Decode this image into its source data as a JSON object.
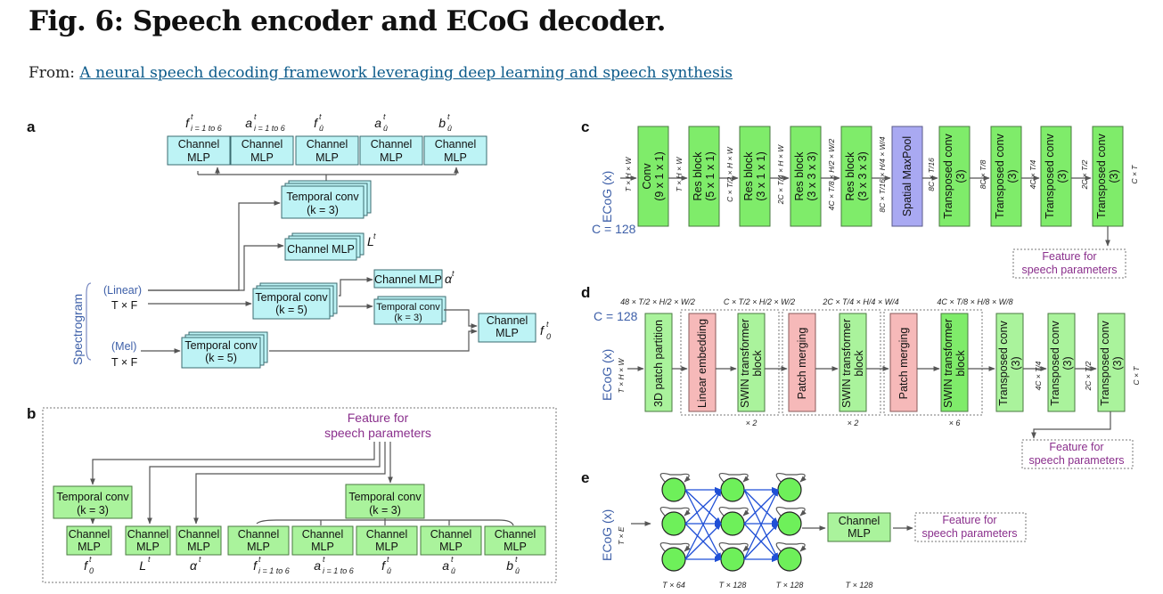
{
  "header": {
    "title": "Fig. 6: Speech encoder and ECoG decoder.",
    "from_label": "From: ",
    "link_text": "A neural speech decoding framework leveraging deep learning and speech synthesis"
  },
  "panel_a": {
    "label": "a",
    "outputs": [
      {
        "sym": "f",
        "sup": "t",
        "sub": "i = 1 to 6"
      },
      {
        "sym": "a",
        "sup": "t",
        "sub": "i = 1 to 6"
      },
      {
        "sym": "f",
        "sup": "t",
        "sub": "û"
      },
      {
        "sym": "a",
        "sup": "t",
        "sub": "û"
      },
      {
        "sym": "b",
        "sup": "t",
        "sub": "û"
      }
    ],
    "channel_mlp": [
      "Channel",
      "MLP"
    ],
    "channel_mlp_single": "Channel MLP",
    "temporal_conv": "Temporal conv",
    "k3": "(k = 3)",
    "k5": "(k = 5)",
    "spectrogram": "Spectrogram",
    "linear": "(Linear)",
    "mel": "(Mel)",
    "txf": "T × F",
    "L": "L",
    "alpha": "α",
    "t": "t",
    "f0": "f",
    "sub0": "0"
  },
  "panel_b": {
    "label": "b",
    "feature": [
      "Feature for",
      "speech parameters"
    ],
    "outputs": [
      {
        "sym": "f",
        "sup": "t",
        "sub": "0"
      },
      {
        "sym": "L",
        "sup": "t",
        "sub": ""
      },
      {
        "sym": "α",
        "sup": "t",
        "sub": ""
      },
      {
        "sym": "f",
        "sup": "t",
        "sub": "i = 1 to 6"
      },
      {
        "sym": "a",
        "sup": "t",
        "sub": "i = 1 to 6"
      },
      {
        "sym": "f",
        "sup": "t",
        "sub": "û"
      },
      {
        "sym": "a",
        "sup": "t",
        "sub": "û"
      },
      {
        "sym": "b",
        "sup": "t",
        "sub": "û"
      }
    ]
  },
  "panel_c": {
    "label": "c",
    "input": "ECoG (x)",
    "c128": "C = 128",
    "blocks": [
      {
        "l1": "Conv",
        "l2": "(9 x 1 x 1)",
        "color": "green"
      },
      {
        "l1": "Res block",
        "l2": "(5 x 1 x 1)",
        "color": "green"
      },
      {
        "l1": "Res block",
        "l2": "(3 x 1 x 1)",
        "color": "green"
      },
      {
        "l1": "Res block",
        "l2": "(3 x 3 x 3)",
        "color": "green"
      },
      {
        "l1": "Res block",
        "l2": "(3 x 3 x 3)",
        "color": "green"
      },
      {
        "l1": "Spatial MaxPool",
        "l2": "",
        "color": "lavender"
      },
      {
        "l1": "Transposed conv",
        "l2": "(3)",
        "color": "green"
      },
      {
        "l1": "Transposed conv",
        "l2": "(3)",
        "color": "green"
      },
      {
        "l1": "Transposed conv",
        "l2": "(3)",
        "color": "green"
      },
      {
        "l1": "Transposed conv",
        "l2": "(3)",
        "color": "green"
      }
    ],
    "dims": [
      "T × H × W",
      "T × H × W",
      "C × T/2 × H × W",
      "2C × T/4 × H × W",
      "4C × T/8 × H/2 × W/2",
      "8C × T/16 × H/4 × W/4",
      "8C × T/16",
      "8C × T/8",
      "4C × T/4",
      "2C × T/2",
      "C × T"
    ],
    "feature": [
      "Feature for",
      "speech parameters"
    ]
  },
  "panel_d": {
    "label": "d",
    "input": "ECoG (x)",
    "c128": "C = 128",
    "blocks": [
      {
        "l1": "3D patch partition",
        "l2": "",
        "color": "lgreen"
      },
      {
        "l1": "Linear embedding",
        "l2": "",
        "color": "pink"
      },
      {
        "l1": "SWIN transformer",
        "l2": "block",
        "color": "lgreen"
      },
      {
        "l1": "Patch merging",
        "l2": "",
        "color": "pink"
      },
      {
        "l1": "SWIN transformer",
        "l2": "block",
        "color": "lgreen"
      },
      {
        "l1": "Patch merging",
        "l2": "",
        "color": "pink"
      },
      {
        "l1": "SWIN transformer",
        "l2": "block",
        "color": "green"
      },
      {
        "l1": "Transposed conv",
        "l2": "(3)",
        "color": "lgreen"
      },
      {
        "l1": "Transposed conv",
        "l2": "(3)",
        "color": "lgreen"
      },
      {
        "l1": "Transposed conv",
        "l2": "(3)",
        "color": "lgreen"
      }
    ],
    "top_dims": [
      "48 × T/2 × H/2 × W/2",
      "C × T/2 × H/2 × W/2",
      "2C × T/4 × H/4 × W/4",
      "4C × T/8 × H/8 × W/8"
    ],
    "mult": [
      "× 2",
      "× 2",
      "× 6"
    ],
    "side_dims": [
      "T × H × W",
      "4C × T/4",
      "2C × T/2",
      "C × T"
    ],
    "feature": [
      "Feature for",
      "speech parameters"
    ]
  },
  "panel_e": {
    "label": "e",
    "input": "ECoG (x)",
    "txe": "T × E",
    "bottom": [
      "T × 64",
      "T × 128",
      "T × 128",
      "T × 128"
    ],
    "mlp": [
      "Channel",
      "MLP"
    ],
    "feature": [
      "Feature for",
      "speech parameters"
    ]
  }
}
